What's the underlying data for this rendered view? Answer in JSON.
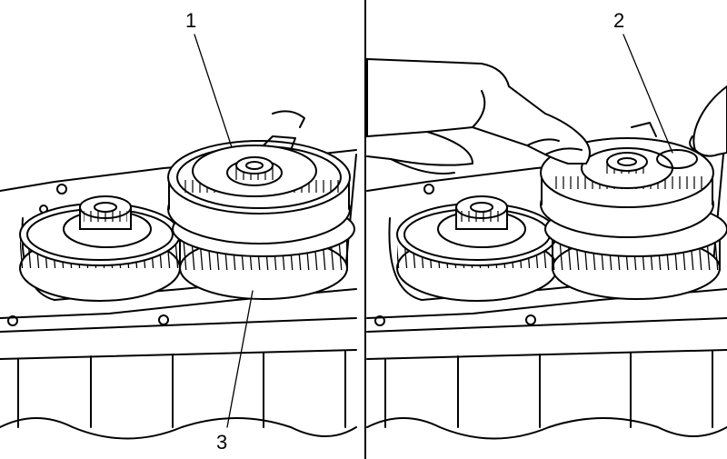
{
  "figure": {
    "left_panel": {
      "callouts": [
        {
          "id": "1",
          "label": "1"
        },
        {
          "id": "3",
          "label": "3"
        }
      ]
    },
    "right_panel": {
      "callouts": [
        {
          "id": "2",
          "label": "2"
        }
      ]
    }
  },
  "colors": {
    "line": "#000000",
    "background": "#ffffff"
  }
}
